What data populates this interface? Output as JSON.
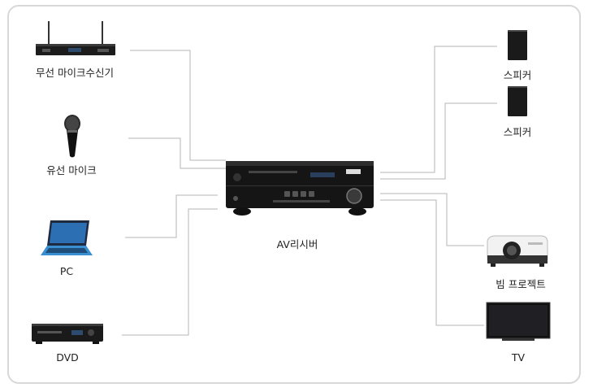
{
  "devices": {
    "wireless_mic_receiver": "무선 마이크수신기",
    "wired_mic": "유선 마이크",
    "pc": "PC",
    "dvd": "DVD",
    "av_receiver": "AV리시버",
    "speaker_1": "스피커",
    "speaker_2": "스피커",
    "beam_projector": "빔 프로젝트",
    "tv": "TV"
  },
  "colors": {
    "wire": "#b5b5b5",
    "frame": "#d8d8d8",
    "device": "#1a1a1a"
  }
}
